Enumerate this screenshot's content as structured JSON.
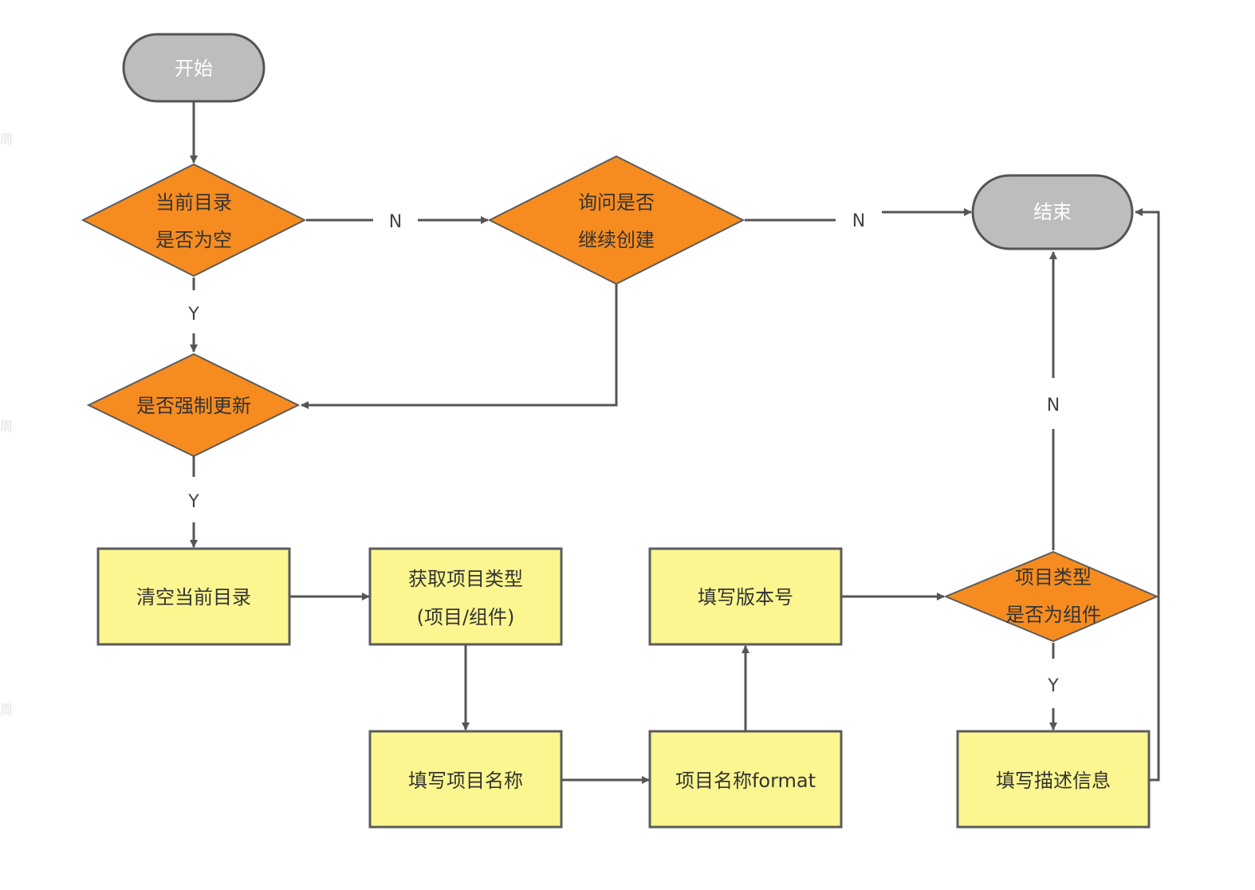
{
  "colors": {
    "terminal_fill": "#bdbdbd",
    "decision_fill": "#f68c1f",
    "process_fill": "#fbf68f",
    "line": "#555555"
  },
  "nodes": {
    "start": {
      "lines": [
        "开始"
      ]
    },
    "end": {
      "lines": [
        "结束"
      ]
    },
    "dir_empty": {
      "lines": [
        "当前目录",
        "是否为空"
      ]
    },
    "ask_continue": {
      "lines": [
        "询问是否",
        "继续创建"
      ]
    },
    "force_update": {
      "lines": [
        "是否强制更新"
      ]
    },
    "clear_dir": {
      "lines": [
        "清空当前目录"
      ]
    },
    "get_type": {
      "lines": [
        "获取项目类型",
        "(项目/组件)"
      ]
    },
    "fill_version": {
      "lines": [
        "填写版本号"
      ]
    },
    "is_component": {
      "lines": [
        "项目类型",
        "是否为组件"
      ]
    },
    "fill_name": {
      "lines": [
        "填写项目名称"
      ]
    },
    "name_format": {
      "lines": [
        "项目名称format"
      ]
    },
    "fill_desc": {
      "lines": [
        "填写描述信息"
      ]
    }
  },
  "edge_labels": {
    "dir_empty_no": "N",
    "dir_empty_yes": "Y",
    "ask_continue_no": "N",
    "force_update_yes": "Y",
    "is_component_no": "N",
    "is_component_yes": "Y"
  },
  "watermark": "周"
}
